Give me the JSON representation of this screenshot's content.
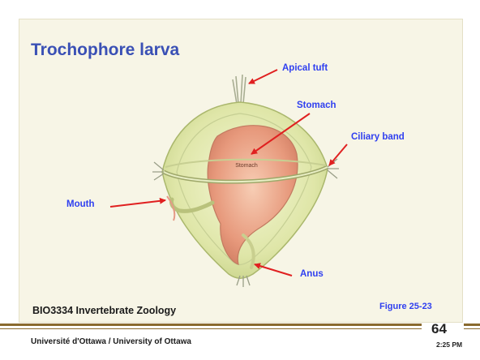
{
  "slide": {
    "title": "Trochophore larva",
    "labels": {
      "apical_tuft": "Apical tuft",
      "stomach": "Stomach",
      "ciliary_band": "Ciliary band",
      "mouth": "Mouth",
      "anus": "Anus",
      "stomach_inner": "Stomach"
    },
    "figure_ref": "Figure 25-23",
    "course": "BIO3334 Invertebrate Zoology",
    "university": "Université d'Ottawa / University of Ottawa",
    "page_number": "64",
    "time": "2:25 PM"
  },
  "colors": {
    "title": "#3a50b5",
    "label": "#2f3ff0",
    "arrow": "#e02020",
    "rule": "#8a6a2e",
    "panel": "#f7f5e6"
  }
}
